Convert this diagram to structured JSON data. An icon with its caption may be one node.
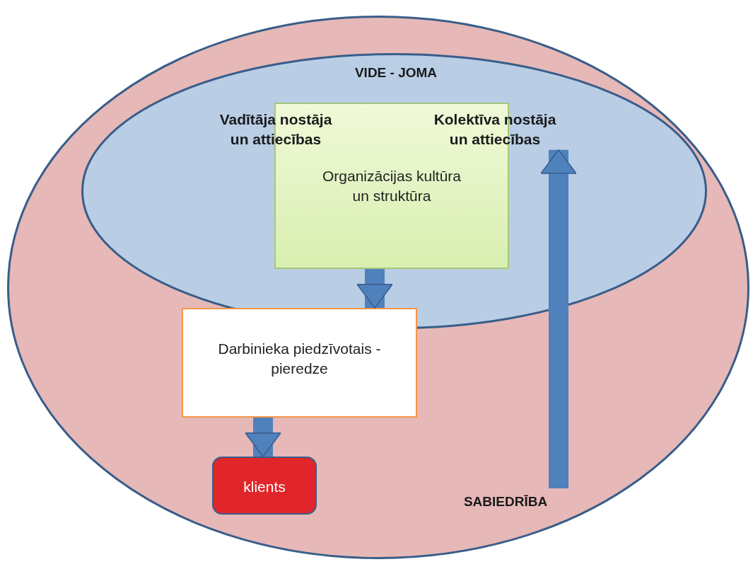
{
  "diagram": {
    "nodes": [
      {
        "text": [
          "SABIEDRĪBA"
        ]
      },
      {
        "text": [
          "VIDE - JOMA"
        ],
        "in": 0
      },
      {
        "text": [
          "Vadītāja nostāja un attiecības"
        ],
        "in": 1
      },
      {
        "text": [
          "Kolektīva nostāja un attiecības"
        ],
        "in": 1
      },
      {
        "text": [
          "Organizācijas kultūra un struktūra"
        ],
        "in": 1
      },
      {
        "text": [
          "Darbinieka piedzīvotais - pieredze"
        ],
        "in": 0
      },
      {
        "text": [
          "klients"
        ],
        "in": 0
      }
    ],
    "edges": [
      {
        "from": 4,
        "to": 5,
        "arrow": "to"
      },
      {
        "from": 5,
        "to": 6,
        "arrow": "to"
      },
      {
        "from": null,
        "to": 3,
        "arrow": "to"
      }
    ]
  }
}
